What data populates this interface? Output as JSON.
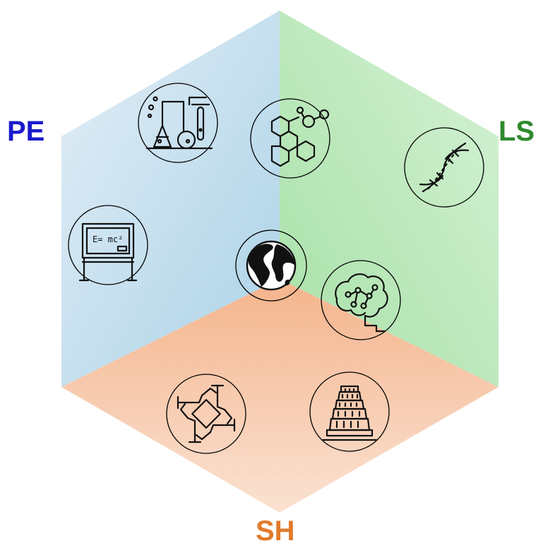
{
  "regions": [
    {
      "id": "PE",
      "label": "PE",
      "color": "#1a1acc"
    },
    {
      "id": "LS",
      "label": "LS",
      "color": "#2e8b2e"
    },
    {
      "id": "SH",
      "label": "SH",
      "color": "#e27a2a"
    }
  ],
  "icons": [
    {
      "name": "chemistry-lab-icon"
    },
    {
      "name": "molecule-icon"
    },
    {
      "name": "dna-icon"
    },
    {
      "name": "blackboard-emc2-icon",
      "text": "E= mc²"
    },
    {
      "name": "globe-icon"
    },
    {
      "name": "brain-icon"
    },
    {
      "name": "teamwork-hands-icon"
    },
    {
      "name": "tower-of-babel-icon"
    }
  ]
}
